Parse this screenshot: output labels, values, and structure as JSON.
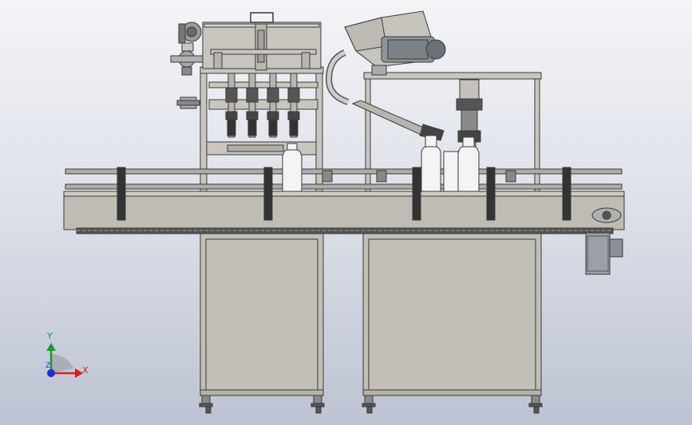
{
  "view": {
    "background_top": "#f3f4f7",
    "background_bottom": "#bcc3d2"
  },
  "model": {
    "steel_color": "#c9c6bf",
    "steel_edge": "#3a3a3a",
    "conveyor_color": "#bfbcb4",
    "bottle_color": "#f4f4f4",
    "motor_color": "#9aa0a6"
  },
  "triad": {
    "x_label": "X",
    "y_label": "Y",
    "z_label": "Z",
    "x_color": "#d42020",
    "y_color": "#1a9a2e",
    "z_color": "#2030c8"
  }
}
